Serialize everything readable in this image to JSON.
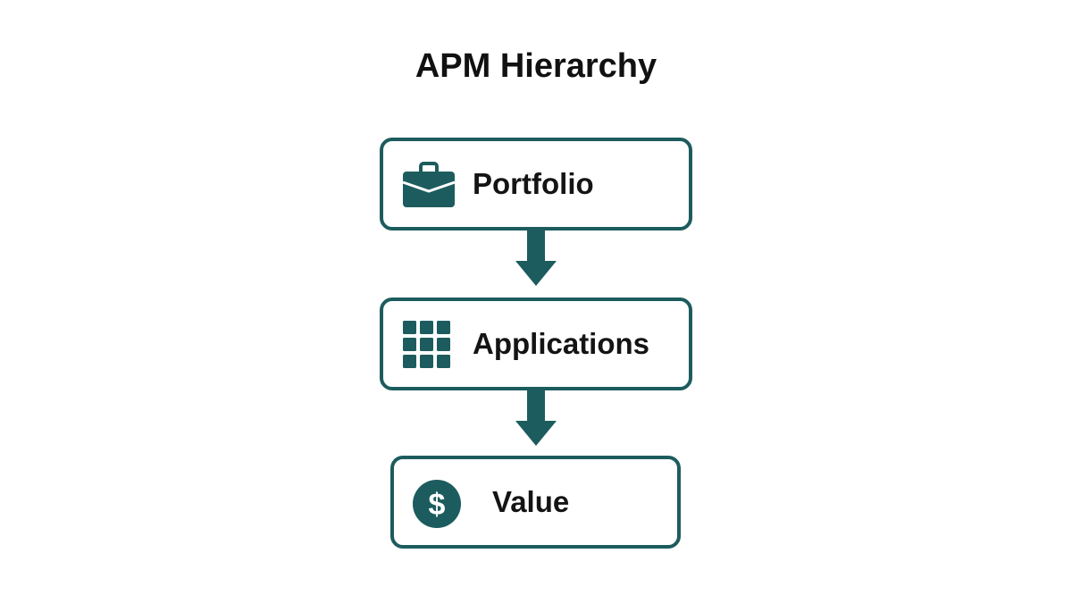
{
  "title": "APM Hierarchy",
  "colors": {
    "accent": "#1d5c5e",
    "text": "#141414"
  },
  "nodes": [
    {
      "label": "Portfolio",
      "icon": "briefcase-icon"
    },
    {
      "label": "Applications",
      "icon": "grid-icon"
    },
    {
      "label": "Value",
      "icon": "dollar-icon"
    }
  ]
}
